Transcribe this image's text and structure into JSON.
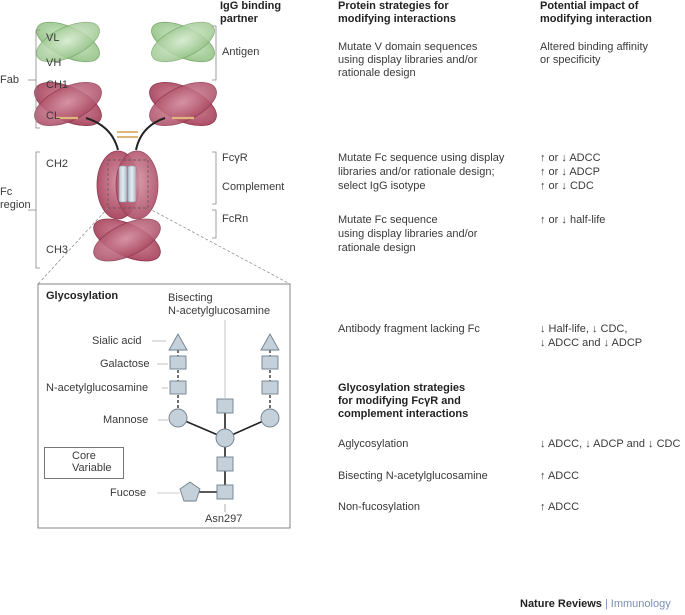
{
  "headers": {
    "partner": "IgG binding partner",
    "strategies": "Protein strategies for modifying interactions",
    "impact": "Potential impact of modifying interaction"
  },
  "antibody_labels": {
    "fab": "Fab",
    "fc": "Fc region",
    "vl": "VL",
    "vh": "VH",
    "ch1": "CH1",
    "cl": "CL",
    "ch2": "CH2",
    "ch3": "CH3"
  },
  "partners": {
    "antigen": "Antigen",
    "fcgr": "FcγR",
    "complement": "Complement",
    "fcrn": "FcRn"
  },
  "strategies": {
    "antigen_lines": [
      "Mutate V domain sequences",
      "using display libraries and/or",
      "rationale design"
    ],
    "fcgr_lines": [
      "Mutate Fc sequence using display",
      "libraries and/or rationale design;",
      "select IgG isotype"
    ],
    "fcrn_lines": [
      "Mutate Fc sequence",
      "using display libraries and/or",
      "rationale design"
    ],
    "fragment": "Antibody fragment lacking Fc"
  },
  "impacts": {
    "antigen_lines": [
      "Altered binding affinity",
      "or specificity"
    ],
    "fcgr_lines": [
      "↑ or ↓ ADCC",
      "↑ or ↓ ADCP",
      "↑ or ↓ CDC"
    ],
    "fcrn": "↑ or ↓ half-life",
    "fragment_lines": [
      "↓ Half-life, ↓ CDC,",
      "↓ ADCC and ↓ ADCP"
    ]
  },
  "glycosylation_strategies": {
    "header_lines": [
      "Glycosylation strategies",
      "for modifying FcγR and",
      "complement interactions"
    ],
    "rows": [
      {
        "strategy": "Aglycosylation",
        "impact": "↓ ADCC, ↓ ADCP and ↓ CDC"
      },
      {
        "strategy": "Bisecting N-acetylglucosamine",
        "impact": "↑ ADCC"
      },
      {
        "strategy": "Non-fucosylation",
        "impact": "↑ ADCC"
      }
    ]
  },
  "glycan": {
    "title": "Glycosylation",
    "bisecting_lines": [
      "Bisecting",
      "N-acetylglucosamine"
    ],
    "sialic": "Sialic acid",
    "galactose": "Galactose",
    "glcnac": "N-acetylglucosamine",
    "mannose": "Mannose",
    "fucose": "Fucose",
    "asn": "Asn297",
    "legend_core": "Core",
    "legend_variable": "Variable"
  },
  "brand": {
    "journal": "Nature Reviews",
    "section": "Immunology"
  },
  "colors": {
    "v_domain": "#a9cf9e",
    "c_domain": "#b8586f",
    "sugar": "#c5d1da",
    "hinge": "#e0b77a"
  }
}
